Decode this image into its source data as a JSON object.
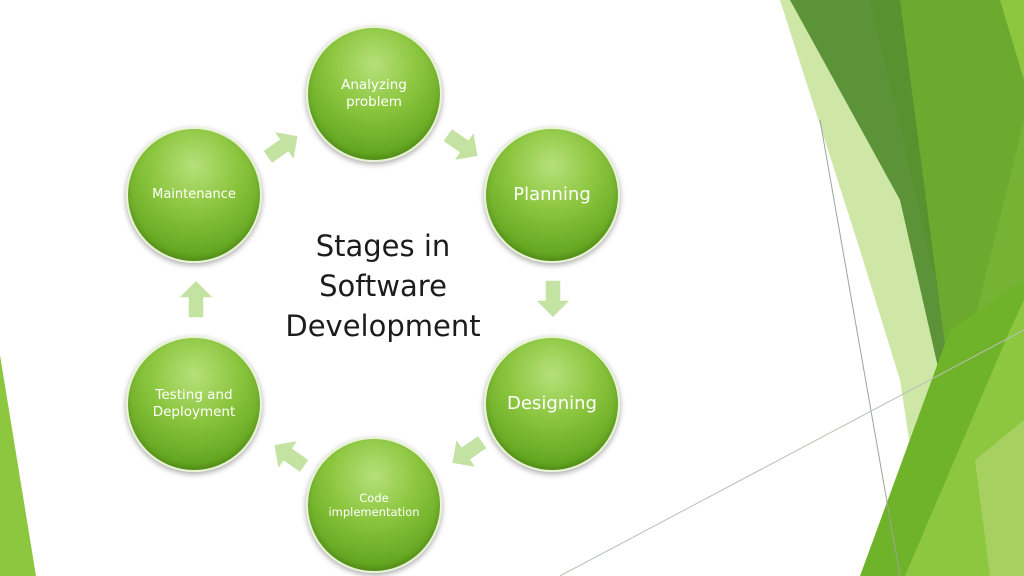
{
  "title": "Stages in Software Development",
  "stages": [
    {
      "id": "analyzing",
      "label": "Analyzing problem"
    },
    {
      "id": "planning",
      "label": "Planning"
    },
    {
      "id": "designing",
      "label": "Designing"
    },
    {
      "id": "code",
      "label": "Code implementation"
    },
    {
      "id": "testing",
      "label": "Testing and Deployment"
    },
    {
      "id": "maintenance",
      "label": "Maintenance"
    }
  ],
  "colors": {
    "node_fill": "#8cc63f",
    "node_border": "#e7f3d4",
    "arrow_fill": "#c4e3a3",
    "title_text": "#1c1c1c",
    "decor_dark_green": "#4f8a2c",
    "decor_light_green": "#8dc63f"
  }
}
